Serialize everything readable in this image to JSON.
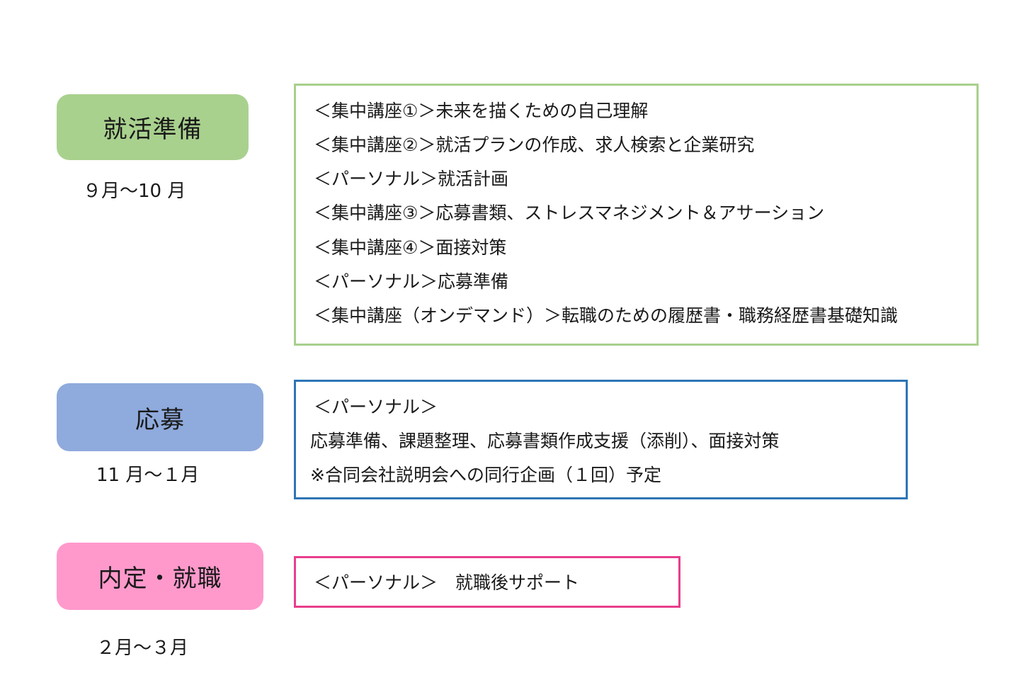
{
  "colors": {
    "stage1_fill": "#a9d18e",
    "stage1_border": "#a8d08d",
    "stage2_fill": "#8faadc",
    "stage2_border": "#2e75b6",
    "stage3_fill": "#ff99cc",
    "stage3_border": "#e83e8c"
  },
  "stages": [
    {
      "title": "就活準備",
      "period": "９月～10 月",
      "lines": [
        "＜集中講座①＞未来を描くための自己理解",
        "＜集中講座②＞就活プランの作成、求人検索と企業研究",
        "＜パーソナル＞就活計画",
        "＜集中講座③＞応募書類、ストレスマネジメント＆アサーション",
        "＜集中講座④＞面接対策",
        "＜パーソナル＞応募準備",
        "＜集中講座（オンデマンド）＞転職のための履歴書・職務経歴書基礎知識"
      ]
    },
    {
      "title": "応募",
      "period": "11 月～１月",
      "lines": [
        "＜パーソナル＞",
        "応募準備、課題整理、応募書類作成支援（添削）、面接対策",
        "※合同会社説明会への同行企画（１回）予定"
      ]
    },
    {
      "title": "内定・就職",
      "period": "２月～３月",
      "lines": [
        "＜パーソナル＞　就職後サポート"
      ]
    }
  ]
}
